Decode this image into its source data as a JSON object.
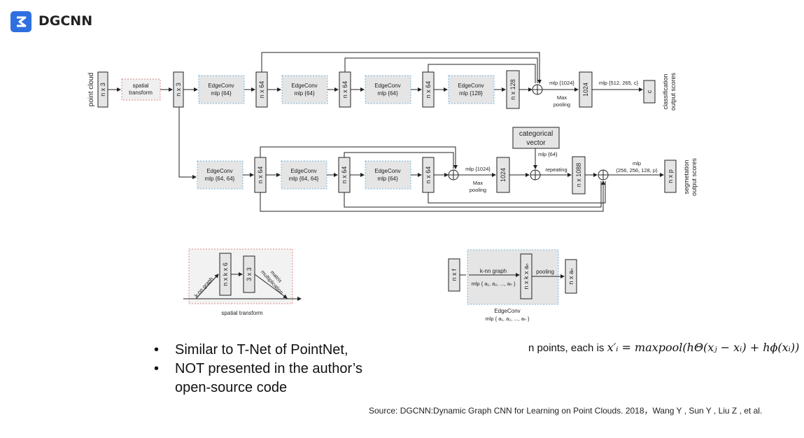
{
  "header": {
    "title": "DGCNN",
    "logo_icon": "stack-logo-icon"
  },
  "colors": {
    "logo": "#2f6fe0",
    "dashed_blue": "#7ab8e0",
    "dashed_red": "#e08a8a",
    "box_fill": "#e5e5e5"
  },
  "diagram": {
    "top_row": {
      "input_label": "point cloud",
      "input_dim": "n x 3",
      "spatial_transform_line1": "spatial",
      "spatial_transform_line2": "transform",
      "transformed_dim": "n x 3",
      "edgeconv_title": "EdgeConv",
      "edgeconv_mlps": [
        "mlp {64}",
        "mlp {64}",
        "mlp {64}",
        "mlp {128}"
      ],
      "feature_dims": [
        "n x 64",
        "n x 64",
        "n x 64",
        "n x 128"
      ],
      "mlp_1024": "mlp {1024}",
      "max_pooling_line1": "Max",
      "max_pooling_line2": "pooling",
      "global_dim": "1024",
      "cls_mlp": "mlp {512, 265, c}",
      "cls_dim": "c",
      "cls_output_line1": "classification",
      "cls_output_line2": "output scores"
    },
    "bottom_row": {
      "edgeconv_mlps": [
        "mlp {64, 64}",
        "mlp {64, 64}",
        "mlp {64}"
      ],
      "feature_dims": [
        "n x 64",
        "n x 64",
        "n x 64"
      ],
      "mlp_1024": "mlp {1024}",
      "max_pooling_line1": "Max",
      "max_pooling_line2": "pooling",
      "global_dim": "1024",
      "categorical_line1": "categorical",
      "categorical_line2": "vector",
      "cat_mlp": "mlp {64}",
      "repeating": "repeating",
      "concat_dim": "n x 1088",
      "seg_mlp_line1": "mlp",
      "seg_mlp_line2": "(256, 256, 128, p)",
      "seg_dim": "n x p",
      "seg_output_line1": "segmetation",
      "seg_output_line2": "output scores"
    },
    "spatial_detail": {
      "knn": "k-nn graph",
      "dim1": "n x k x 6",
      "dim2": "3 x 3",
      "matmul_line1": "matrix",
      "matmul_line2": "multiplication",
      "caption": "spatial transform"
    },
    "edgeconv_detail": {
      "in_dim": "n x f",
      "knn": "k-nn graph",
      "mlp": "mlp { a₁, a₂, ..., aₙ }",
      "mid_dim": "n x k x aₙ",
      "pooling": "pooling",
      "out_dim": "n x aₙ",
      "caption_line1": "EdgeConv",
      "caption_line2": "mlp { a₁, a₂, ..., aₙ }"
    }
  },
  "bullets": [
    "Similar to T-Net of PointNet,",
    "NOT presented in the author’s open-source code"
  ],
  "formula": {
    "prefix": "n points, each is",
    "expression": "x′ᵢ = maxpool(hΘ(xⱼ − xᵢ) + hϕ(xᵢ))"
  },
  "source": "Source: DGCNN:Dynamic Graph CNN for Learning on Point Clouds. 2018，Wang Y , Sun Y , Liu Z , et al."
}
